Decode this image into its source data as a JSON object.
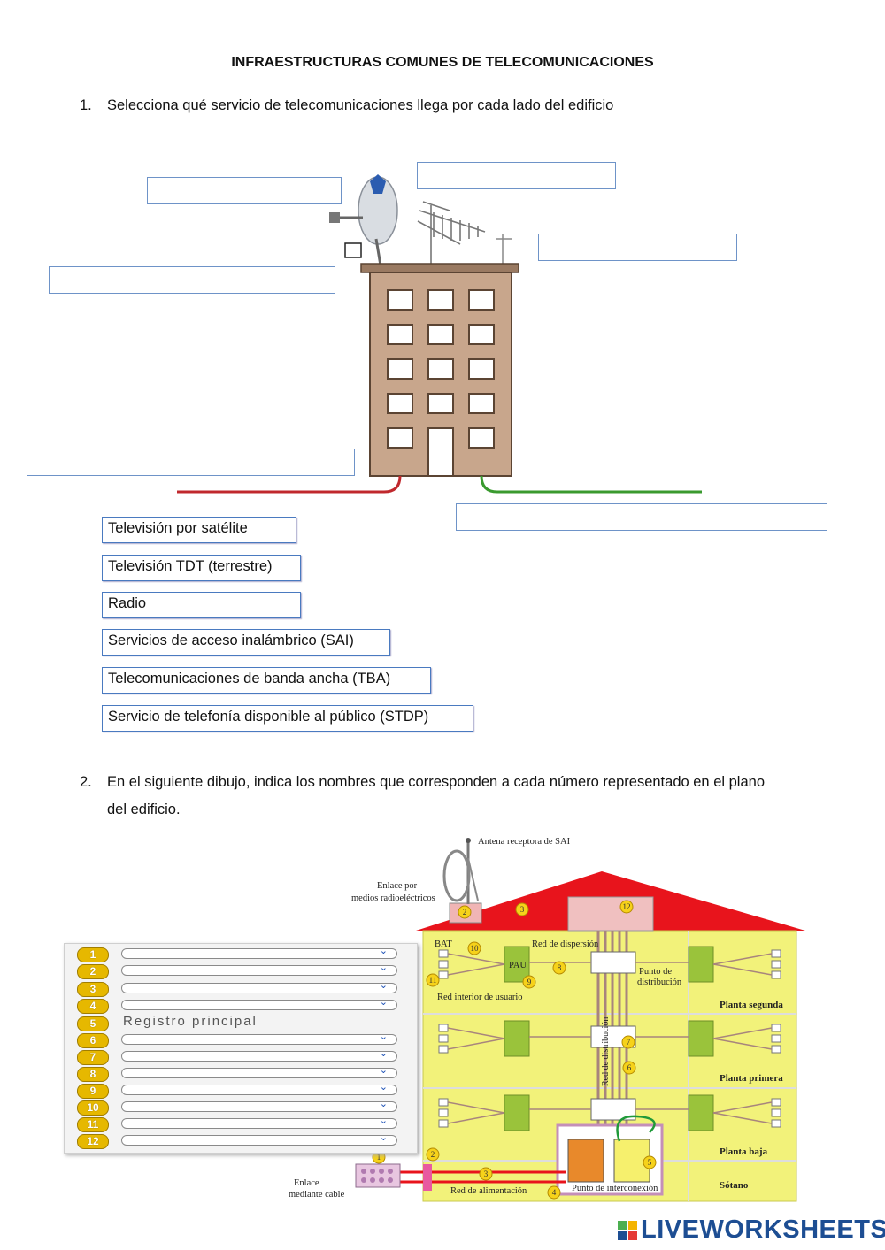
{
  "title": "INFRAESTRUCTURAS COMUNES DE TELECOMUNICACIONES",
  "q1": {
    "number": "1.",
    "text": "Selecciona qué servicio de telecomunicaciones llega por cada lado del edificio"
  },
  "options": [
    "Televisión por satélite",
    "Televisión TDT (terrestre)",
    "Radio",
    "Servicios de acceso inalámbrico (SAI)",
    "Telecomunicaciones de banda ancha (TBA)",
    "Servicio de telefonía disponible al público (STDP)"
  ],
  "q2": {
    "number": "2.",
    "line1": "En el siguiente dibujo, indica los nombres que corresponden a cada número representado en el plano",
    "line2": "del edificio."
  },
  "numbered_answers": [
    {
      "num": "1",
      "value": ""
    },
    {
      "num": "2",
      "value": ""
    },
    {
      "num": "3",
      "value": ""
    },
    {
      "num": "4",
      "value": ""
    },
    {
      "num": "5",
      "value": "Registro principal"
    },
    {
      "num": "6",
      "value": ""
    },
    {
      "num": "7",
      "value": ""
    },
    {
      "num": "8",
      "value": ""
    },
    {
      "num": "9",
      "value": ""
    },
    {
      "num": "10",
      "value": ""
    },
    {
      "num": "11",
      "value": ""
    },
    {
      "num": "12",
      "value": ""
    }
  ],
  "diagram": {
    "antenna": "Antena receptora de SAI",
    "enlace_radio_1": "Enlace por",
    "enlace_radio_2": "medios radioeléctricos",
    "bat": "BAT",
    "pau": "PAU",
    "red_dispersion": "Red de dispersión",
    "punto_dist_1": "Punto de",
    "punto_dist_2": "distribución",
    "red_interior": "Red interior de usuario",
    "red_distribucion": "Red de distribución",
    "planta_segunda": "Planta segunda",
    "planta_primera": "Planta primera",
    "planta_baja": "Planta baja",
    "sotano": "Sótano",
    "enlace_cable_1": "Enlace",
    "enlace_cable_2": "mediante cable",
    "red_alimentacion": "Red de alimentación",
    "punto_interconexion": "Punto de interconexión"
  },
  "colors": {
    "roof": "#e8141c",
    "walls": "#f2f27a",
    "badge": "#e6b800",
    "box_blue": "#4a7ac0"
  },
  "logo": "LIVEWORKSHEETS"
}
